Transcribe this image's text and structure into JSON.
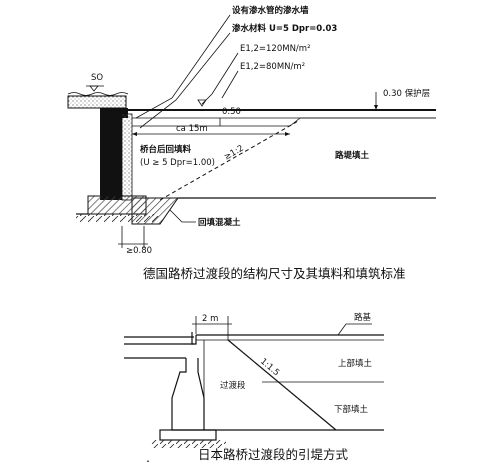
{
  "figure1": {
    "labels": {
      "drain_layer": "设有渗水管的渗水墙",
      "material": "渗水材料 U=5 Dpr=0.03",
      "e_top": "E1,2=120MN/m²",
      "e_bottom": "E1,2=80MN/m²",
      "protect": "0.30 保护层",
      "so": "SO",
      "dim_050": "0.50",
      "dim_15m": "ca  15m",
      "backfill_name": "桥台后回填料",
      "backfill_spec": "(U ≥ 5 Dpr=1.00)",
      "slope": "≥1:2",
      "embank": "路堤填土",
      "concrete": "回填混凝土",
      "dim_080": "≥0.80"
    },
    "caption": "德国路桥过渡段的结构尺寸及其填料和填筑标准"
  },
  "figure2": {
    "labels": {
      "dim_2m": "2 m",
      "subgrade": "路基",
      "slope": "1:1.5",
      "upper": "上部填土",
      "transition": "过渡段",
      "lower": "下部填土"
    },
    "caption": "日本路桥过渡段的引堤方式"
  },
  "colors": {
    "ink": "#111111",
    "paper": "#ffffff",
    "hatch": "#444444"
  }
}
